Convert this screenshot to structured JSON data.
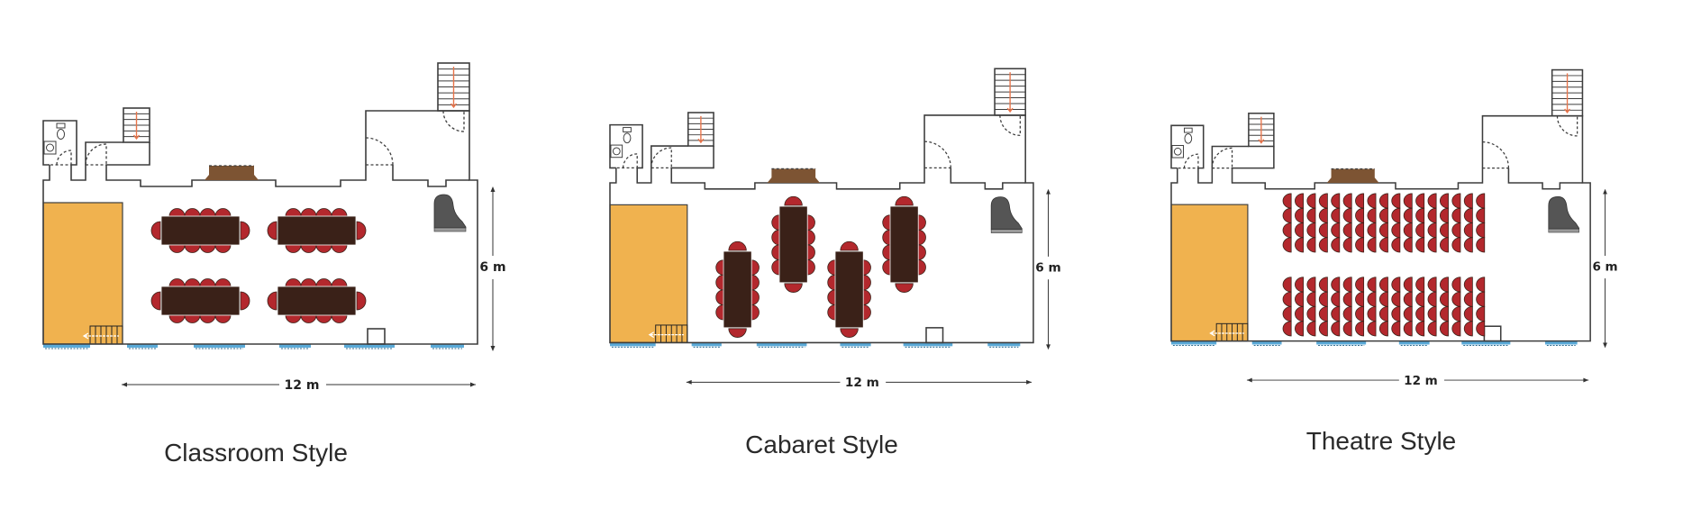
{
  "plans": [
    {
      "title": "Classroom Style",
      "width_label": "12 m",
      "depth_label": "6 m",
      "layout": "classroom",
      "tables": 4,
      "chairs_per_table": 10
    },
    {
      "title": "Cabaret Style",
      "width_label": "12 m",
      "depth_label": "6 m",
      "layout": "cabaret",
      "tables": 4,
      "chairs_per_table": 10
    },
    {
      "title": "Theatre Style",
      "width_label": "12 m",
      "depth_label": "6 m",
      "layout": "theatre",
      "seat_blocks": 2,
      "rows_per_block": 4,
      "seats_per_row": 17
    }
  ],
  "colors": {
    "stage": "#f0b24f",
    "table": "#3a2118",
    "chair": "#b3282d",
    "piano": "#555555",
    "window": "#5aaad8",
    "fireplace": "#7d5433",
    "stair_arrow": "#e8744a",
    "wall": "#3d3d3d"
  }
}
